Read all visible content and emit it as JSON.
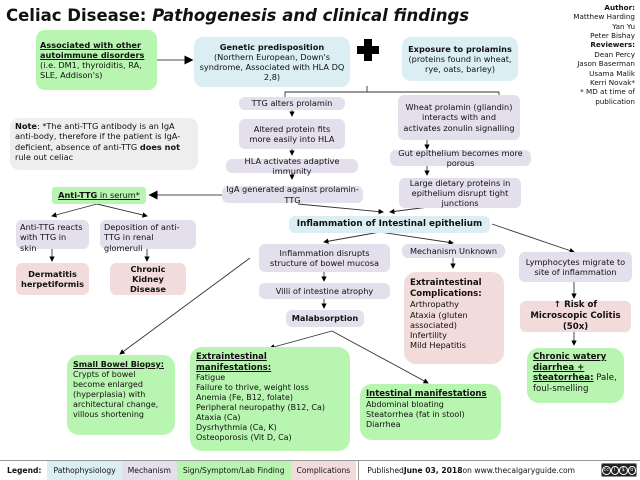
{
  "title": {
    "main": "Celiac Disease: ",
    "sub": "Pathogenesis and clinical findings"
  },
  "credits": {
    "author_label": "Author:",
    "authors": [
      "Matthew Harding",
      "Yan Yu",
      "Peter Bishay"
    ],
    "reviewers_label": "Reviewers:",
    "reviewers": [
      "Dean Percy",
      "Jason Baserman",
      "Usama Malik",
      "Kerri Novak*"
    ],
    "footnote": "* MD at time of publication"
  },
  "nodes": {
    "autoimmune": {
      "title": "Associated with other autoimmune disorders",
      "body": "(i.e. DM1, thyroiditis, RA, SLE, Addison's)"
    },
    "genetic": {
      "title": "Genetic predisposition",
      "body": "(Northern European, Down's syndrome, Associated with HLA DQ 2,8)"
    },
    "prolamins": {
      "title": "Exposure to prolamins",
      "body": "(proteins found in wheat, rye, oats,  barley)"
    },
    "note": {
      "label": "Note",
      "text1": ": *The anti-TTG antibody is an IgA anti-body, therefore if the patient is IgA-deficient, absence of anti-TTG ",
      "bold": "does not",
      "text2": " rule out celiac"
    },
    "ttg_alters": "TTG alters prolamin",
    "altered_fits": "Altered protein fits more easily into HLA",
    "hla_activates": "HLA activates adaptive immunity",
    "iga_generated": "IgA generated against prolamin-TTG",
    "wheat_zonulin": "Wheat prolamin (gliandin) interacts with and activates zonulin signalling",
    "gut_porous": "Gut epithelium becomes more porous",
    "large_proteins": "Large dietary proteins in epithelium disrupt tight junctions",
    "anti_ttg": {
      "bold": "Anti-TTG",
      "rest": " in serum*"
    },
    "ttg_skin": "Anti-TTG reacts with TTG in skin",
    "ttg_renal": "Deposition of anti-TTG in renal glomeruli",
    "dermatitis": "Dermatitis herpetiformis",
    "ckd": "Chronic Kidney Disease",
    "inflammation": "Inflammation of Intestinal epithelium",
    "disrupts_mucosa": "Inflammation disrupts structure of bowel mucosa",
    "mech_unknown": "Mechanism Unknown",
    "villi_atrophy": "Villi of intestine atrophy",
    "malabsorption": "Malabsorption",
    "extra_complications": {
      "title": "Extraintestinal Complications:",
      "items": [
        "Arthropathy",
        "Ataxia (gluten associated)",
        "Infertility",
        "Mild Hepatitis"
      ]
    },
    "lymphocytes": "Lymphocytes migrate to site of inflammation",
    "colitis": {
      "arrow": "↑",
      "text": "Risk of Microscopic Colitis (50x)"
    },
    "watery_diarrhea": {
      "title": "Chronic watery diarrhea + steatorrhea:",
      "body": " Pale, foul-smelling"
    },
    "biopsy": {
      "title": "Small Bowel Biopsy:",
      "body": "Crypts of bowel become enlarged (hyperplasia)  with architectural change, villous shortening"
    },
    "extra_manifestations": {
      "title": "Extraintestinal manifestations:",
      "items": [
        "Fatigue",
        "Failure to thrive, weight loss",
        "Anemia (Fe, B12, folate)",
        "Peripheral neuropathy (B12, Ca)",
        "Ataxia (Ca)",
        "Dysrhythmia (Ca, K)",
        "Osteoporosis (Vit D, Ca)"
      ]
    },
    "intestinal_manifestations": {
      "title": "Intestinal manifestations",
      "items": [
        "Abdominal bloating",
        "Steatorrhea (fat in stool)",
        "Diarrhea"
      ]
    }
  },
  "legend": {
    "label": "Legend:",
    "items": [
      {
        "name": "Pathophysiology",
        "color": "#dbeef4"
      },
      {
        "name": "Mechanism",
        "color": "#e4dfec"
      },
      {
        "name": "Sign/Symptom/Lab Finding",
        "color": "#b8f5b0"
      },
      {
        "name": "Complications",
        "color": "#f2dcdb"
      }
    ],
    "published_prefix": "Published ",
    "published_date": "June 03, 2018",
    "published_suffix": " on www.thecalgaryguide.com"
  },
  "license_badge": "cc by-nc-sa"
}
